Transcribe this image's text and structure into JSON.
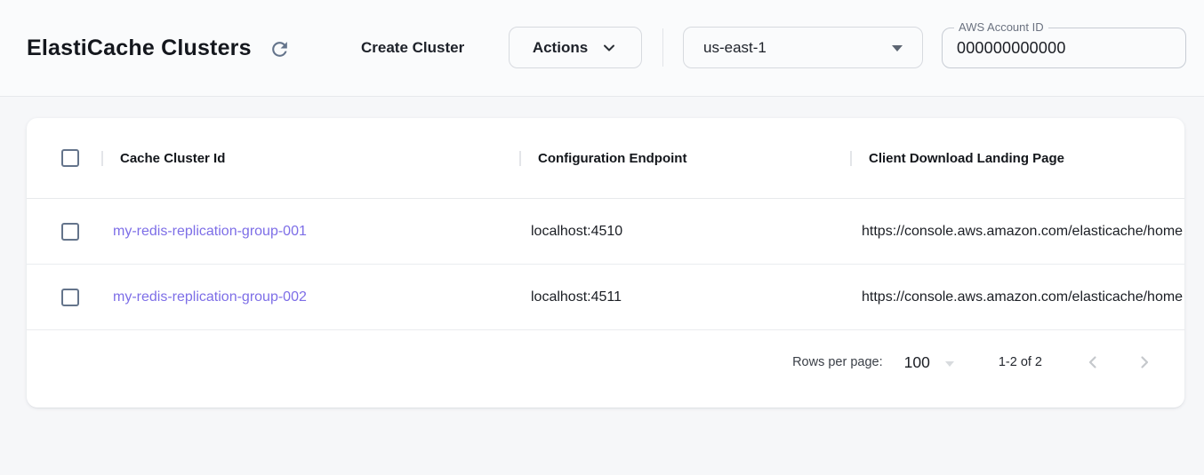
{
  "header": {
    "title": "ElastiCache Clusters",
    "create_cluster_label": "Create Cluster",
    "actions_label": "Actions",
    "region": {
      "value": "us-east-1"
    },
    "account": {
      "label": "AWS Account ID",
      "value": "000000000000"
    }
  },
  "icons": {
    "refresh": "refresh-icon",
    "chevron_down": "chevron-down-icon",
    "dropdown_caret": "caret-down-icon",
    "chevron_left": "chevron-left-icon",
    "chevron_right": "chevron-right-icon"
  },
  "table": {
    "columns": [
      {
        "label": "Cache Cluster Id"
      },
      {
        "label": "Configuration Endpoint"
      },
      {
        "label": "Client Download Landing Page"
      }
    ],
    "rows": [
      {
        "cache_cluster_id": "my-redis-replication-group-001",
        "configuration_endpoint": "localhost:4510",
        "client_download_landing_page": "https://console.aws.amazon.com/elasticache/home"
      },
      {
        "cache_cluster_id": "my-redis-replication-group-002",
        "configuration_endpoint": "localhost:4511",
        "client_download_landing_page": "https://console.aws.amazon.com/elasticache/home"
      }
    ],
    "pagination": {
      "rows_per_page_label": "Rows per page:",
      "rows_per_page": "100",
      "range": "1-2 of 2"
    }
  },
  "colors": {
    "link": "#7d6ee7",
    "checkbox_border": "#64748b",
    "icon_gray": "#64748b",
    "pager_disabled": "#c5c8cc",
    "card_bg": "#ffffff",
    "page_bg": "#f6f7f9",
    "topbar_bg": "#fafbfc"
  }
}
